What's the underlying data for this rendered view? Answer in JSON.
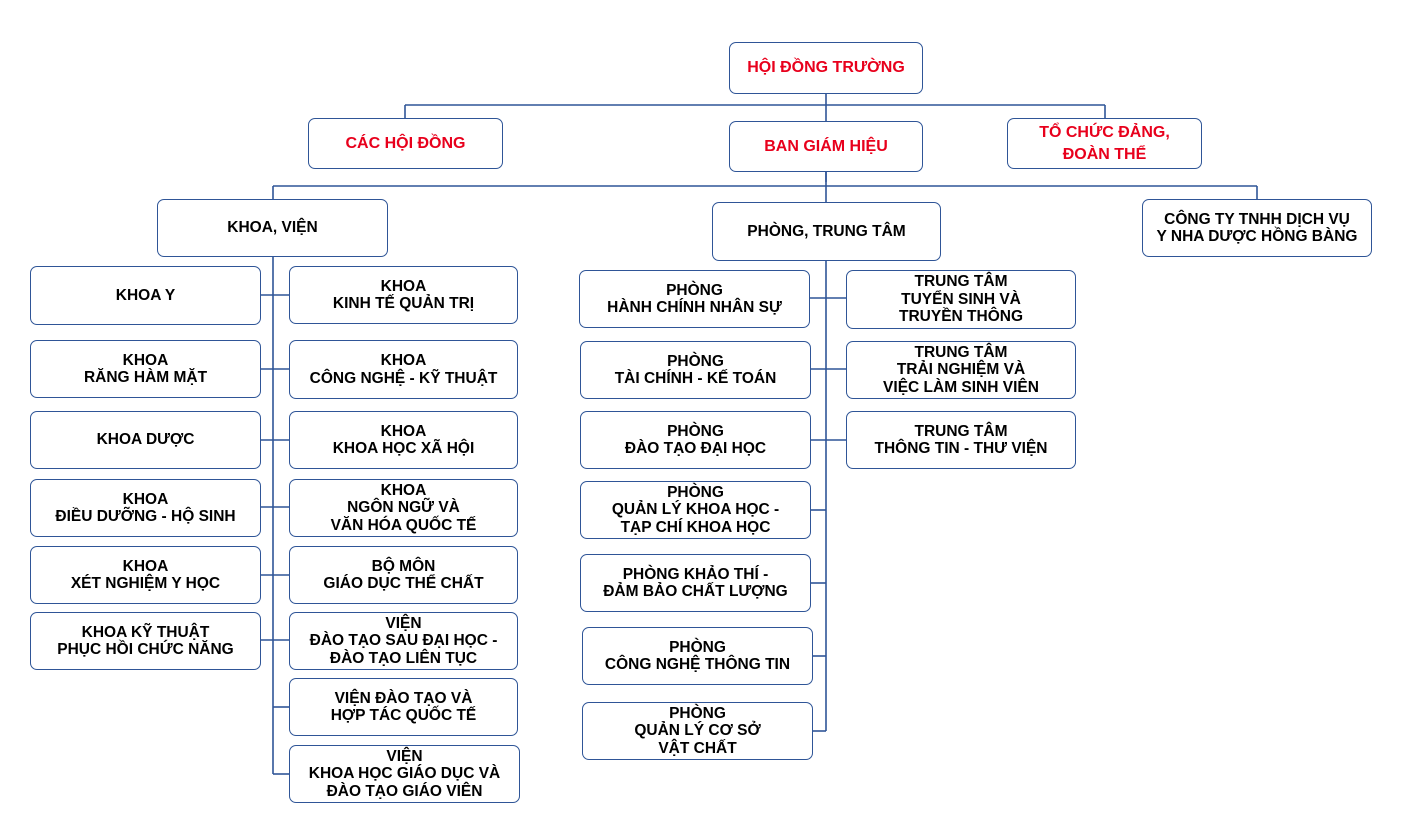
{
  "top": {
    "council": "HỘI ĐỒNG TRƯỜNG",
    "councils": "CÁC HỘI ĐỒNG",
    "board": "BAN GIÁM HIỆU",
    "party": "TỔ CHỨC ĐẢNG,\nĐOÀN THỂ"
  },
  "branches": {
    "faculties": "KHOA, VIỆN",
    "offices": "PHÒNG, TRUNG TÂM",
    "company": "CÔNG TY TNHH DỊCH VỤ\nY NHA DƯỢC HỒNG BÀNG"
  },
  "faculties_left": [
    "KHOA Y",
    "KHOA\nRĂNG HÀM MẶT",
    "KHOA DƯỢC",
    "KHOA\nĐIỀU DƯỠNG - HỘ SINH",
    "KHOA\nXÉT NGHIỆM Y HỌC",
    "KHOA KỸ THUẬT\nPHỤC HỒI CHỨC NĂNG"
  ],
  "faculties_right": [
    "KHOA\nKINH TẾ QUẢN TRỊ",
    "KHOA\nCÔNG NGHỆ - KỸ THUẬT",
    "KHOA\nKHOA HỌC XÃ HỘI",
    "KHOA\nNGÔN NGỮ VÀ\nVĂN HÓA QUỐC TẾ",
    "BỘ MÔN\nGIÁO DỤC THỂ CHẤT",
    "VIỆN\nĐÀO TẠO SAU ĐẠI HỌC -\nĐÀO TẠO LIÊN TỤC",
    "VIỆN ĐÀO TẠO VÀ\nHỢP TÁC QUỐC TẾ",
    "VIỆN\nKHOA HỌC GIÁO DỤC VÀ\nĐÀO TẠO GIÁO VIÊN"
  ],
  "offices_left": [
    "PHÒNG\nHÀNH CHÍNH NHÂN SỰ",
    "PHÒNG\nTÀI CHÍNH - KẾ TOÁN",
    "PHÒNG\nĐÀO TẠO ĐẠI HỌC",
    "PHÒNG\nQUẢN LÝ KHOA HỌC -\nTẠP CHÍ KHOA HỌC",
    "PHÒNG KHẢO THÍ -\nĐẢM BẢO CHẤT LƯỢNG",
    "PHÒNG\nCÔNG NGHỆ THÔNG TIN",
    "PHÒNG\nQUẢN LÝ CƠ SỞ\nVẬT CHẤT"
  ],
  "centers": [
    "TRUNG TÂM\nTUYỂN SINH VÀ\nTRUYỀN THÔNG",
    "TRUNG TÂM\nTRẢI NGHIỆM VÀ\nVIỆC LÀM SINH VIÊN",
    "TRUNG TÂM\nTHÔNG TIN - THƯ VIỆN"
  ],
  "colors": {
    "line": "#2f5597",
    "accent_text": "#e8001c",
    "text": "#000000"
  }
}
